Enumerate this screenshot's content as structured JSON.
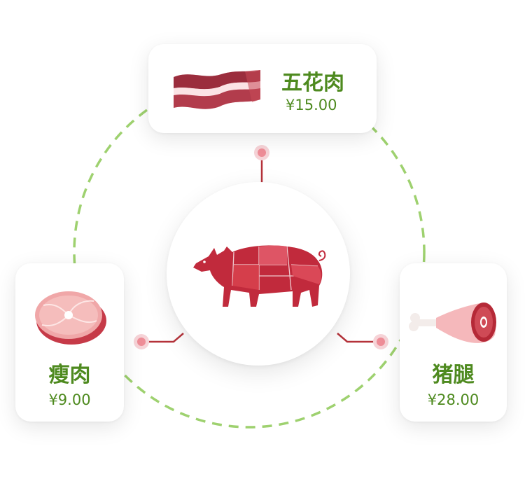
{
  "items": [
    {
      "name": "五花肉",
      "price": "¥15.00",
      "icon": "pork-belly-icon"
    },
    {
      "name": "瘦肉",
      "price": "¥9.00",
      "icon": "lean-meat-icon"
    },
    {
      "name": "猪腿",
      "price": "¥28.00",
      "icon": "pork-leg-icon"
    }
  ],
  "center_icon": "pig-cuts-icon",
  "colors": {
    "accent_green": "#4e8a1f",
    "dash_green": "#9ed16f",
    "meat_red": "#c12a3c",
    "connector_red": "#b5323a",
    "dot_pink": "#ee8d97"
  }
}
